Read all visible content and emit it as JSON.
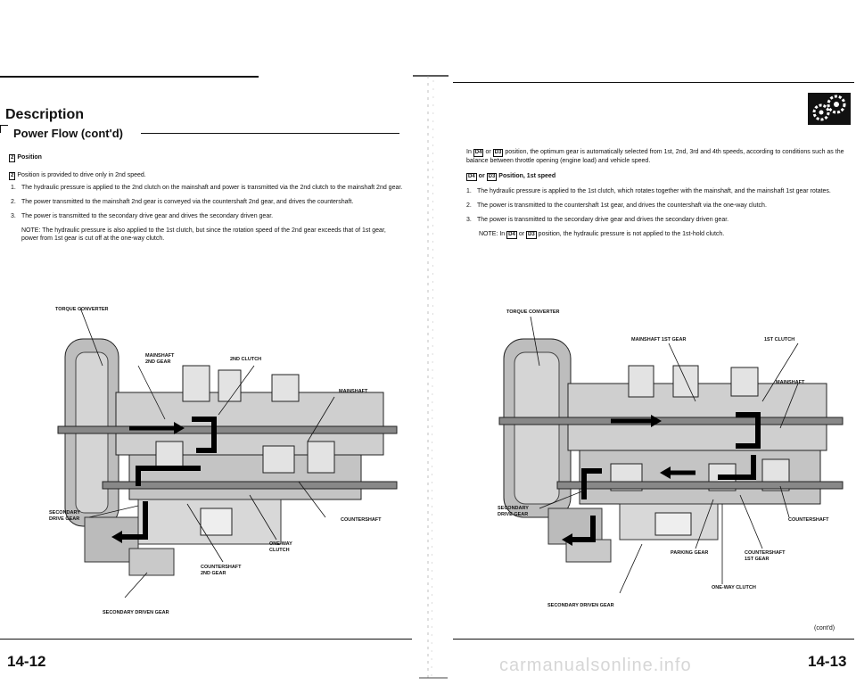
{
  "left": {
    "title": "Description",
    "subtitle": "Power Flow (cont'd)",
    "section1_box": "2",
    "section1_title": "Position",
    "section2_box": "2",
    "section2_text": "Position is provided to drive only in 2nd speed.",
    "items": [
      {
        "num": "1.",
        "text": "The hydraulic pressure is applied to the 2nd clutch on the mainshaft and power is transmitted via the 2nd clutch to the mainshaft 2nd gear."
      },
      {
        "num": "2.",
        "text": "The power transmitted to the mainshaft 2nd gear is conveyed via the countershaft 2nd gear, and drives the countershaft."
      },
      {
        "num": "3.",
        "text": "The power is transmitted to the secondary drive gear and drives the secondary driven gear."
      }
    ],
    "note": "NOTE: The hydraulic pressure is also applied to the 1st clutch, but since the rotation speed of the 2nd gear exceeds that of 1st gear, power from 1st gear is cut off at the one-way clutch.",
    "labels": {
      "torque_converter": "TORQUE CONVERTER",
      "mainshaft_2nd_gear_1": "MAINSHAFT",
      "mainshaft_2nd_gear_2": "2ND GEAR",
      "second_clutch": "2ND CLUTCH",
      "mainshaft": "MAINSHAFT",
      "secondary_drive_gear_1": "SECONDARY",
      "secondary_drive_gear_2": "DRIVE GEAR",
      "countershaft": "COUNTERSHAFT",
      "one_way_clutch_1": "ONE-WAY",
      "one_way_clutch_2": "CLUTCH",
      "countershaft_2nd_gear_1": "COUNTERSHAFT",
      "countershaft_2nd_gear_2": "2ND GEAR",
      "secondary_driven_gear": "SECONDARY DRIVEN GEAR"
    },
    "page_number": "14-12"
  },
  "right": {
    "intro_pre": "In",
    "intro_box1": "D4",
    "intro_or": "or",
    "intro_box2": "D3",
    "intro_text": "position, the optimum gear is automatically selected from 1st, 2nd, 3rd and 4th speeds, according to conditions such as the balance between throttle opening (engine load) and vehicle speed.",
    "section_box1": "D4",
    "section_or": "or",
    "section_box2": "D3",
    "section_title": "Position, 1st speed",
    "items": [
      {
        "num": "1.",
        "text": "The hydraulic pressure is applied to the 1st clutch, which rotates together with the mainshaft, and the mainshaft 1st gear rotates."
      },
      {
        "num": "2.",
        "text": "The power is transmitted to the countershaft 1st gear, and drives the countershaft via the one-way clutch."
      },
      {
        "num": "3.",
        "text": "The power is transmitted to the secondary drive gear and drives the secondary driven gear."
      }
    ],
    "note_pre": "NOTE: In",
    "note_box1": "D4",
    "note_or": "or",
    "note_box2": "D3",
    "note_text": "position, the hydraulic pressure is not applied to the 1st-hold clutch.",
    "labels": {
      "torque_converter": "TORQUE CONVERTER",
      "mainshaft_1st_gear": "MAINSHAFT 1ST GEAR",
      "first_clutch": "1ST CLUTCH",
      "mainshaft": "MAINSHAFT",
      "secondary_drive_gear_1": "SECONDARY",
      "secondary_drive_gear_2": "DRIVE GEAR",
      "countershaft": "COUNTERSHAFT",
      "parking_gear": "PARKING GEAR",
      "countershaft_1st_gear_1": "COUNTERSHAFT",
      "countershaft_1st_gear_2": "1ST GEAR",
      "one_way_clutch": "ONE-WAY CLUTCH",
      "secondary_driven_gear": "SECONDARY DRIVEN GEAR"
    },
    "contd": "(cont'd)",
    "page_number": "14-13"
  },
  "watermark": "carmanualsonline.info"
}
